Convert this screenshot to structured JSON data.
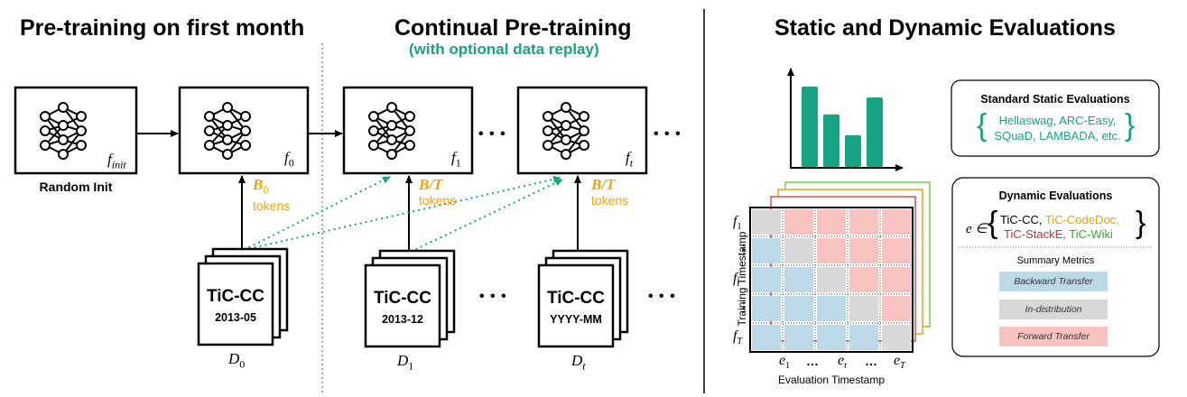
{
  "section1": {
    "title": "Pre-training on first month"
  },
  "section2": {
    "title": "Continual Pre-training",
    "subtitle": "(with optional data replay)"
  },
  "section3": {
    "title": "Static and Dynamic Evaluations"
  },
  "models": {
    "random_init_label": "Random Init",
    "f_init": "f",
    "f_init_sub": "init",
    "f0": "f",
    "f0_sub": "0",
    "f1": "f",
    "f1_sub": "1",
    "ft": "f",
    "ft_sub": "t"
  },
  "tokens": {
    "b0": "B",
    "b0_sub": "0",
    "b0_word": "tokens",
    "bt1": "B/T",
    "bt1_word": "tokens",
    "bt2": "B/T",
    "bt2_word": "tokens"
  },
  "datasets": [
    {
      "name": "TiC-CC",
      "date": "2013-05",
      "label": "D",
      "label_sub": "0"
    },
    {
      "name": "TiC-CC",
      "date": "2013-12",
      "label": "D",
      "label_sub": "1"
    },
    {
      "name": "TiC-CC",
      "date": "YYYY-MM",
      "label": "D",
      "label_sub": "t"
    }
  ],
  "ellipsis": "• • •",
  "static_eval": {
    "title": "Standard Static Evaluations",
    "line1": "Hellaswag, ARC-Easy,",
    "line2": "SQuaD, LAMBADA, etc.",
    "bar_values": [
      0.81,
      0.53,
      0.32,
      0.7
    ]
  },
  "dynamic_eval": {
    "title": "Dynamic Evaluations",
    "e_prefix": "e ∈",
    "item1": "TiC-CC,",
    "item2": "TiC-CodeDoc,",
    "item3": "TiC-StackE,",
    "item4": "TiC-Wiki",
    "summary_title": "Summary Metrics",
    "metrics": [
      "Backward Transfer",
      "In-distribution",
      "Forward Transfer"
    ]
  },
  "matrix": {
    "y_title": "Training Timestamp",
    "x_title": "Evaluation Timestamp",
    "y_labels": [
      "f1",
      "…",
      "ft",
      "…",
      "fT"
    ],
    "x_labels": [
      "e1",
      "…",
      "et",
      "…",
      "eT"
    ]
  },
  "colors": {
    "green": "#1aa383",
    "orange": "#f0a30a",
    "red": "#c0392b",
    "cell_blue": "#bcd9e8",
    "cell_gray": "#d8d8d8",
    "cell_pink": "#f8c3be"
  }
}
